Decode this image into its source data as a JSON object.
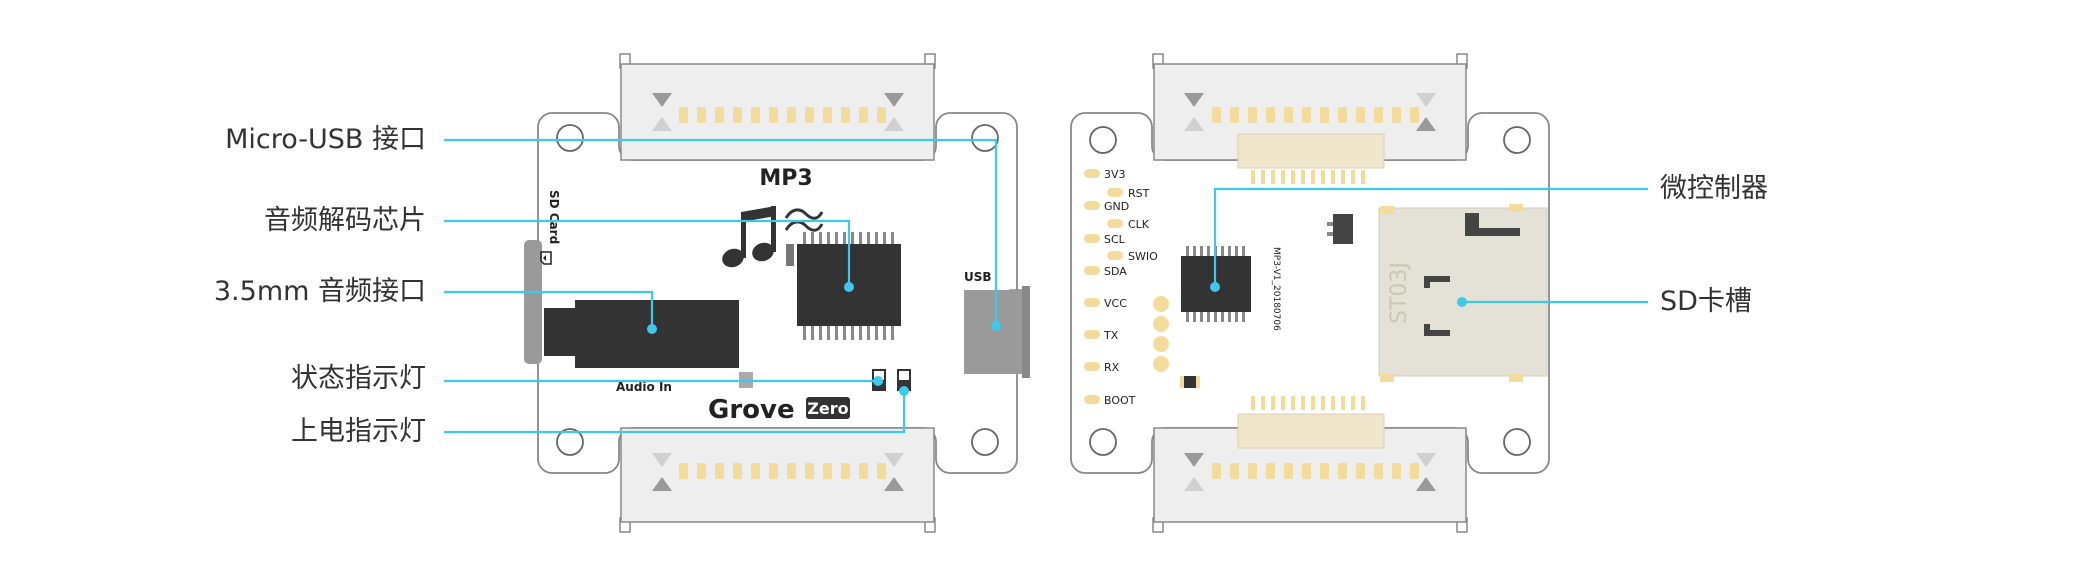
{
  "callouts": {
    "micro_usb": "Micro-USB 接口",
    "decoder_chip": "音频解码芯片",
    "audio_jack": "3.5mm 音频接口",
    "status_led": "状态指示灯",
    "power_led": "上电指示灯",
    "mcu": "微控制器",
    "sd_slot": "SD卡槽"
  },
  "front": {
    "title": "MP3",
    "sd_card": "SD Card",
    "usb": "USB",
    "audio_in": "Audio In",
    "brand": "Grove",
    "brand_badge": "Zero"
  },
  "back": {
    "pins_left": [
      "3V3",
      "GND",
      "SCL",
      "SDA",
      "VCC",
      "TX",
      "RX",
      "BOOT"
    ],
    "pins_right": [
      "RST",
      "CLK",
      "SWIO"
    ],
    "version": "MP3-V1_20180706",
    "sd_mark": "ST03J"
  },
  "colors": {
    "callout_line": "#3ec8ec",
    "outline": "#888888",
    "pad": "#f3dc9b",
    "ic": "#333333",
    "sd_body": "#e4e2d6"
  }
}
